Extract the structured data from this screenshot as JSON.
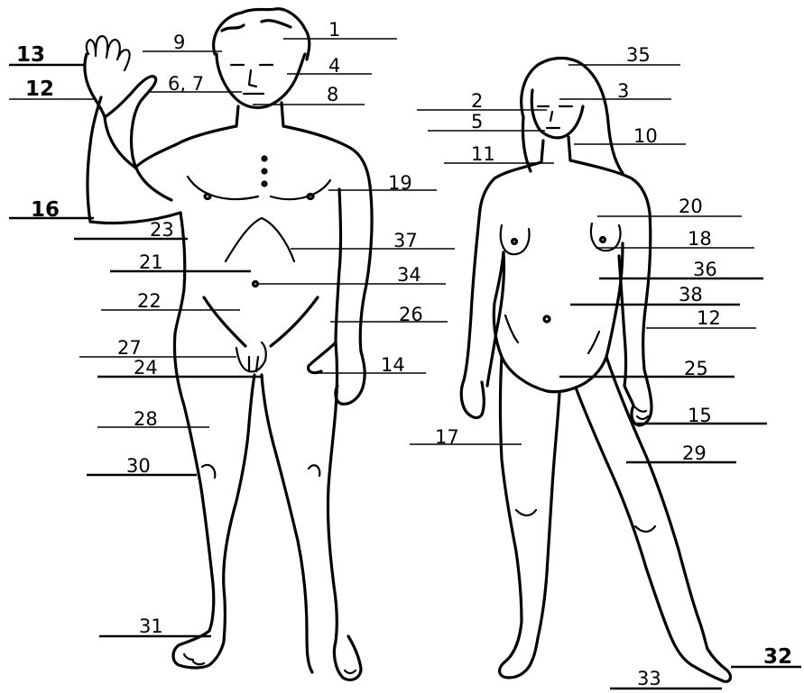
{
  "labels": [
    {
      "id": "label-1",
      "text": "1"
    },
    {
      "id": "label-9",
      "text": "9"
    },
    {
      "id": "label-13",
      "text": "13"
    },
    {
      "id": "label-4",
      "text": "4"
    },
    {
      "id": "label-35",
      "text": "35"
    },
    {
      "id": "label-6-7",
      "text": "6, 7"
    },
    {
      "id": "label-12-left",
      "text": "12"
    },
    {
      "id": "label-8",
      "text": "8"
    },
    {
      "id": "label-2",
      "text": "2"
    },
    {
      "id": "label-3",
      "text": "3"
    },
    {
      "id": "label-5",
      "text": "5"
    },
    {
      "id": "label-10",
      "text": "10"
    },
    {
      "id": "label-11",
      "text": "11"
    },
    {
      "id": "label-19",
      "text": "19"
    },
    {
      "id": "label-16",
      "text": "16"
    },
    {
      "id": "label-20",
      "text": "20"
    },
    {
      "id": "label-23",
      "text": "23"
    },
    {
      "id": "label-37",
      "text": "37"
    },
    {
      "id": "label-18",
      "text": "18"
    },
    {
      "id": "label-21",
      "text": "21"
    },
    {
      "id": "label-36",
      "text": "36"
    },
    {
      "id": "label-34",
      "text": "34"
    },
    {
      "id": "label-38",
      "text": "38"
    },
    {
      "id": "label-22",
      "text": "22"
    },
    {
      "id": "label-26",
      "text": "26"
    },
    {
      "id": "label-12-right",
      "text": "12"
    },
    {
      "id": "label-27",
      "text": "27"
    },
    {
      "id": "label-24",
      "text": "24"
    },
    {
      "id": "label-14",
      "text": "14"
    },
    {
      "id": "label-25",
      "text": "25"
    },
    {
      "id": "label-15",
      "text": "15"
    },
    {
      "id": "label-28",
      "text": "28"
    },
    {
      "id": "label-17",
      "text": "17"
    },
    {
      "id": "label-29",
      "text": "29"
    },
    {
      "id": "label-30",
      "text": "30"
    },
    {
      "id": "label-31",
      "text": "31"
    },
    {
      "id": "label-32",
      "text": "32"
    },
    {
      "id": "label-33",
      "text": "33"
    }
  ]
}
